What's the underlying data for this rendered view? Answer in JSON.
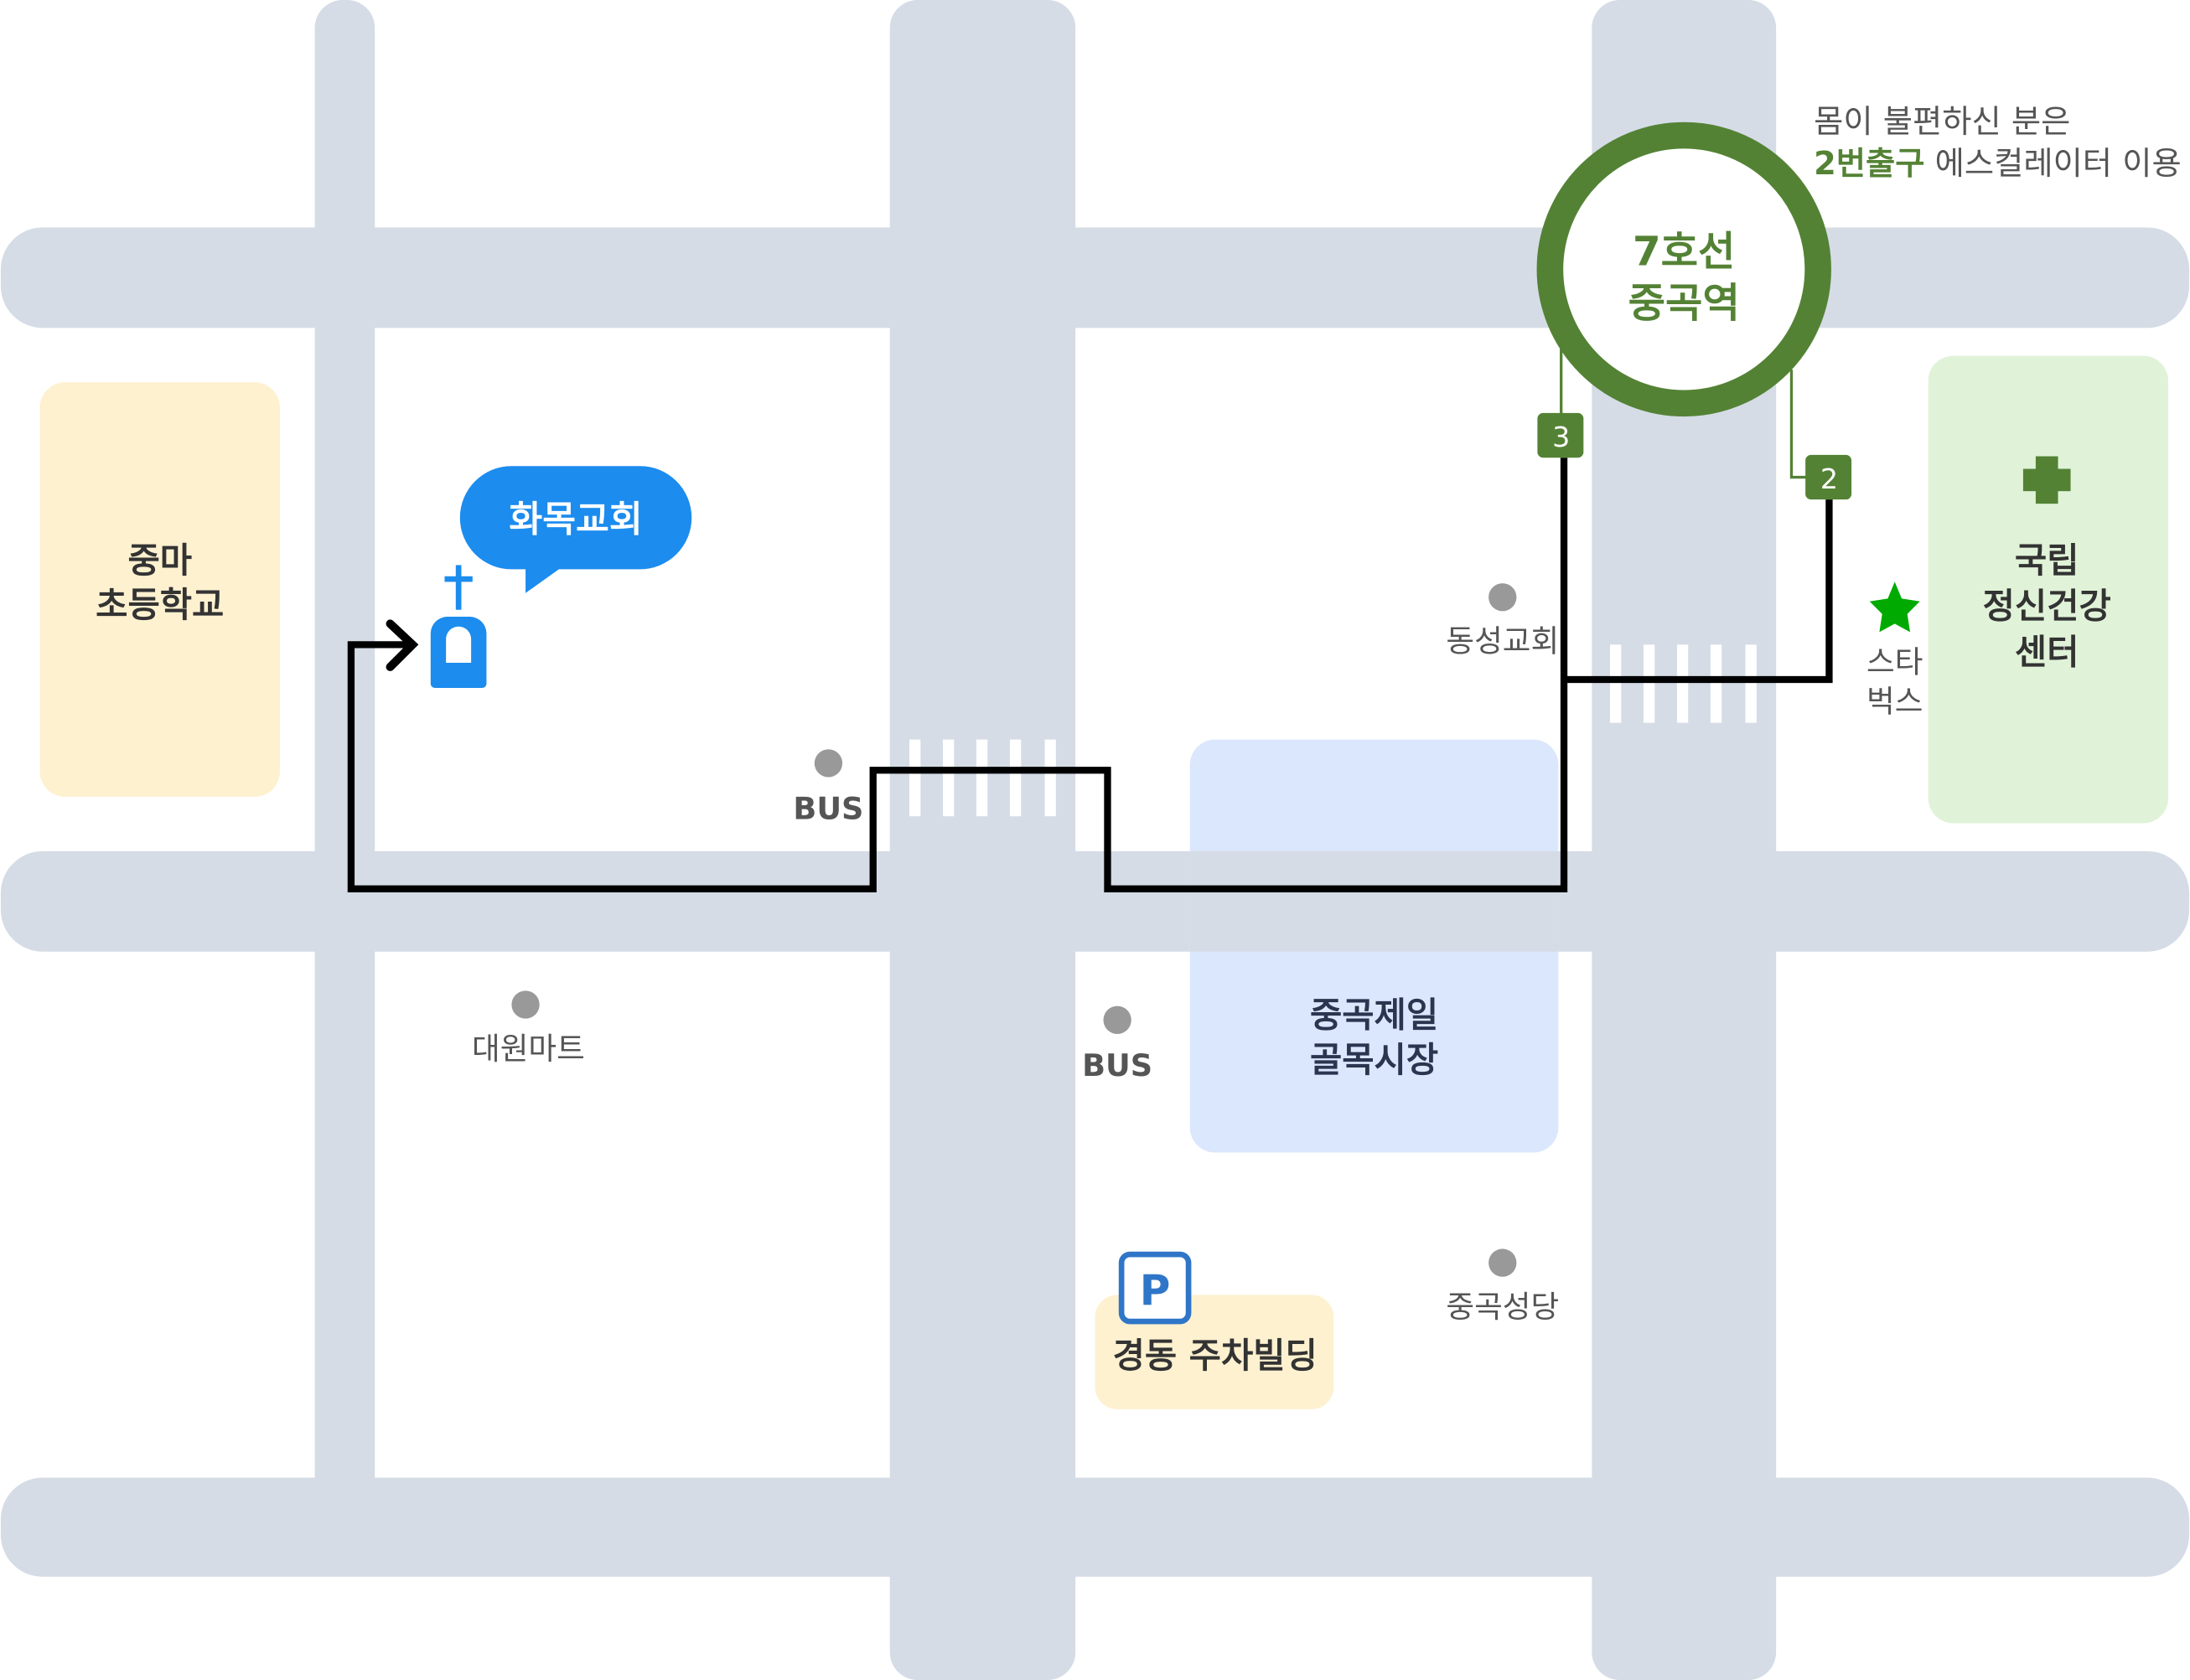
{
  "colors": {
    "road": "#d5dce6",
    "line7": "#548235",
    "church": "#1c8cee",
    "route": "#000000",
    "school_bg": "#fef1d0",
    "health_bg": "#e0f3d8",
    "market_bg": "#dbe7fc",
    "parking_bg": "#fef1d0",
    "parking_icon": "#2f76c8",
    "star": "#00aa00",
    "poi_dot": "#999999"
  },
  "station": {
    "line1": "7호선",
    "line2": "중곡역",
    "exit3": "3",
    "exit2": "2"
  },
  "notice": {
    "line1": "몸이 불편하신 분은",
    "highlight": "2번출구",
    "rest": " 에스컬레이터 이용"
  },
  "destination": {
    "label": "화목교회",
    "icon": "church-icon"
  },
  "blocks": {
    "school": {
      "line1": "중마",
      "line2": "초등학교"
    },
    "health": {
      "line1": "국립",
      "line2": "정신건강",
      "line3": "센터",
      "icon": "cross-icon"
    },
    "market": {
      "line1": "중곡제일",
      "line2": "골목시장"
    },
    "parking": {
      "label": "경동 주차빌딩",
      "icon_letter": "P"
    }
  },
  "pois": {
    "bus1": "BUS",
    "bus2": "BUS",
    "dongseong": "동성교회",
    "daewon": "대원마트",
    "seongdang": "중곡성당",
    "starbucks1": "스타",
    "starbucks2": "벅스"
  }
}
